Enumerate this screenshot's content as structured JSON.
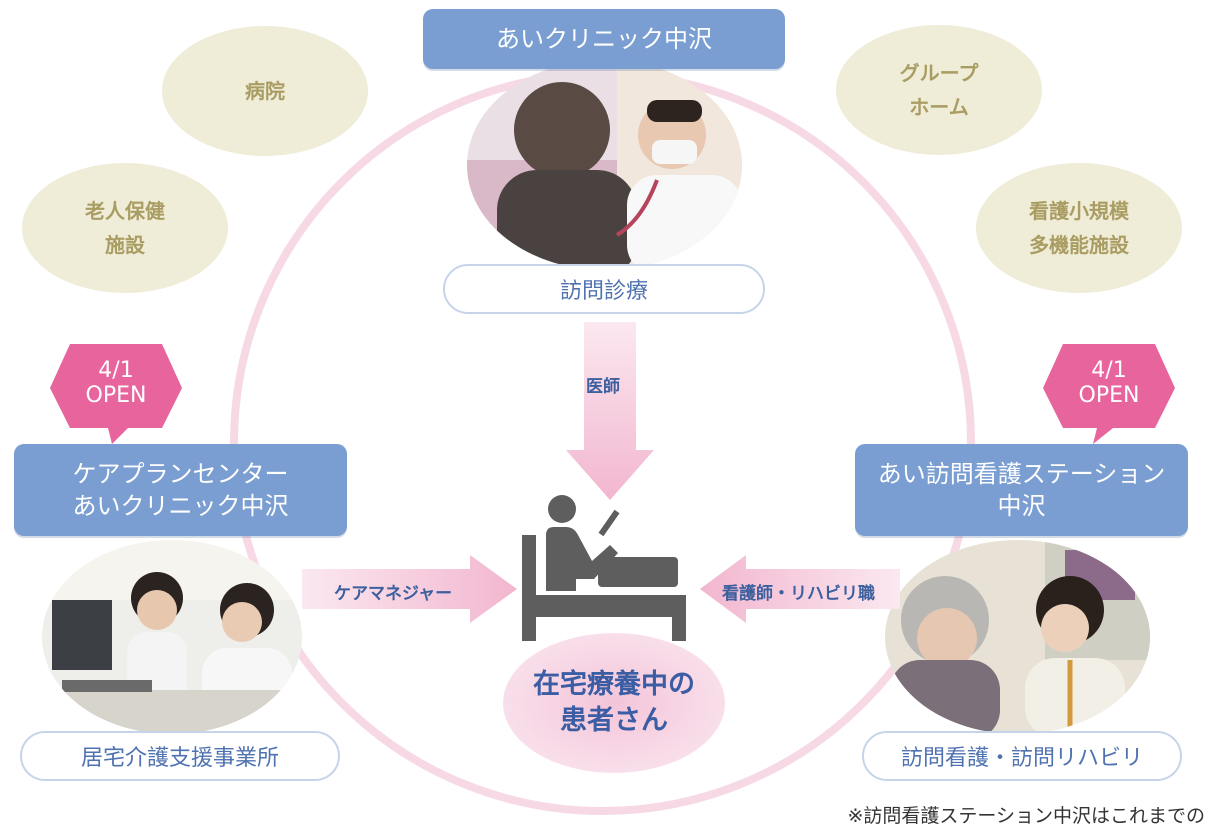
{
  "top_title": "あいクリニック中沢",
  "facilities": {
    "hospital": "病院",
    "group_home": [
      "グループ",
      "ホーム"
    ],
    "elderly_health": [
      "老人保健",
      "施設"
    ],
    "small_multi": [
      "看護小規模",
      "多機能施設"
    ]
  },
  "visit_medical": "訪問診療",
  "doctor_label": "医師",
  "care_plan_center": [
    "ケアプランセンター",
    "あいクリニック中沢"
  ],
  "nursing_station": [
    "あい訪問看護ステーション",
    "中沢"
  ],
  "open_badge_left": [
    "4/1",
    "OPEN"
  ],
  "open_badge_right": [
    "4/1",
    "OPEN"
  ],
  "care_manager_label": "ケアマネジャー",
  "nurse_rehab_label": "看護師・リハビリ職",
  "home_care_office": "居宅介護支援事業所",
  "visit_nursing": "訪問看護・訪問リハビリ",
  "patient": [
    "在宅療養中の",
    "患者さん"
  ],
  "footnote": "※訪問看護ステーション中沢はこれまでの",
  "colors": {
    "blue_box": "#7a9ed1",
    "pink_badge": "#e8649c",
    "ellipse": "#efecd7",
    "ring": "#f7d9e6",
    "label_blue": "#3d5f9e"
  }
}
